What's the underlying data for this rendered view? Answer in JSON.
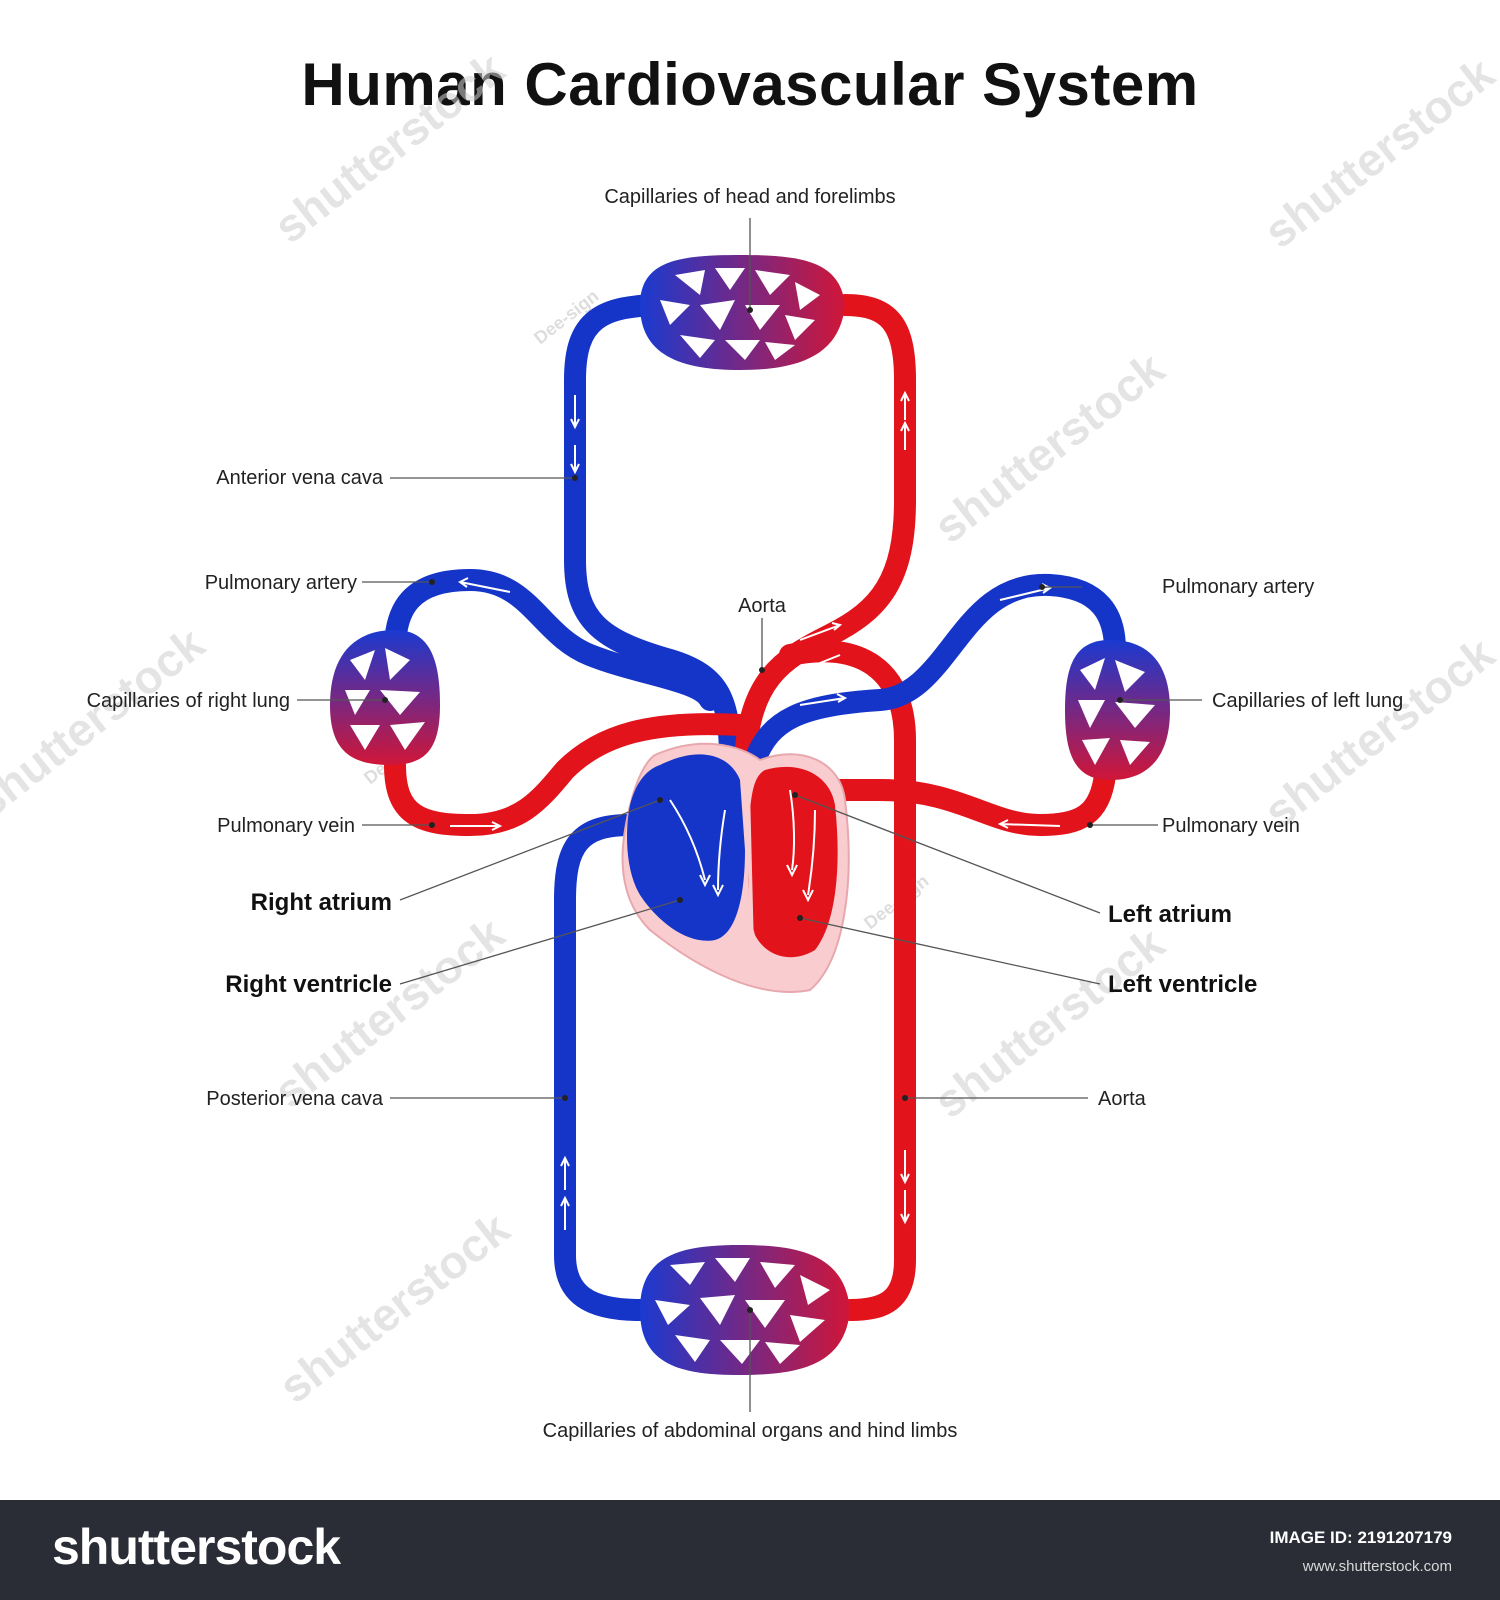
{
  "title": "Human Cardiovascular System",
  "labels": {
    "cap_head": "Capillaries of head and forelimbs",
    "ant_vena_cava": "Anterior vena cava",
    "pulm_artery_left": "Pulmonary artery",
    "pulm_artery_right": "Pulmonary artery",
    "aorta_top": "Aorta",
    "cap_right_lung": "Capillaries of right lung",
    "cap_left_lung": "Capillaries of left lung",
    "pulm_vein_left": "Pulmonary vein",
    "pulm_vein_right": "Pulmonary vein",
    "right_atrium": "Right atrium",
    "right_ventricle": "Right ventricle",
    "left_atrium": "Left atrium",
    "left_ventricle": "Left ventricle",
    "post_vena_cava": "Posterior vena cava",
    "aorta_bottom": "Aorta",
    "cap_abdominal": "Capillaries of abdominal organs and hind limbs"
  },
  "watermarks": {
    "stock": "shutterstock",
    "author": "Dee-sign"
  },
  "footer": {
    "logo": "shutterstock",
    "image_id": "IMAGE ID: 2191207179",
    "url": "www.shutterstock.com"
  },
  "colors": {
    "oxygenated": "#e3131b",
    "deoxygenated": "#1535c8",
    "heart_outline": "#f7c9cc",
    "mixed": "#8a2a9a"
  }
}
